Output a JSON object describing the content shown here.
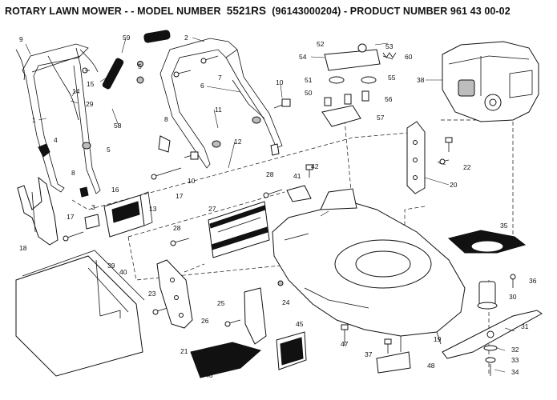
{
  "header": {
    "title_prefix": "ROTARY LAWN MOWER - - MODEL NUMBER",
    "model_number": "5521RS",
    "title_suffix": "(96143000204) - PRODUCT NUMBER 961 43 00-02"
  },
  "callouts": {
    "c1": "1",
    "c2": "2",
    "c3": "3",
    "c4": "4",
    "c5a": "5",
    "c5b": "5",
    "c6": "6",
    "c7": "7",
    "c8a": "8",
    "c8b": "8",
    "c9": "9",
    "c10a": "10",
    "c10b": "10",
    "c11": "11",
    "c12": "12",
    "c13": "13",
    "c14": "14",
    "c15": "15",
    "c16": "16",
    "c17a": "17",
    "c17b": "17",
    "c18": "18",
    "c19": "19",
    "c20": "20",
    "c21": "21",
    "c22": "22",
    "c23": "23",
    "c24": "24",
    "c25": "25",
    "c26": "26",
    "c27": "27",
    "c28a": "28",
    "c28b": "28",
    "c29": "29",
    "c30": "30",
    "c31": "31",
    "c32": "32",
    "c33": "33",
    "c34": "34",
    "c35": "35",
    "c36": "36",
    "c37": "37",
    "c38": "38",
    "c39": "39",
    "c40": "40",
    "c41": "41",
    "c42": "42",
    "c45": "45",
    "c46": "46",
    "c47": "47",
    "c48": "48",
    "c50": "50",
    "c51": "51",
    "c52": "52",
    "c53": "53",
    "c54": "54",
    "c55": "55",
    "c56": "56",
    "c57": "57",
    "c58": "58",
    "c59": "59",
    "c60": "60"
  }
}
